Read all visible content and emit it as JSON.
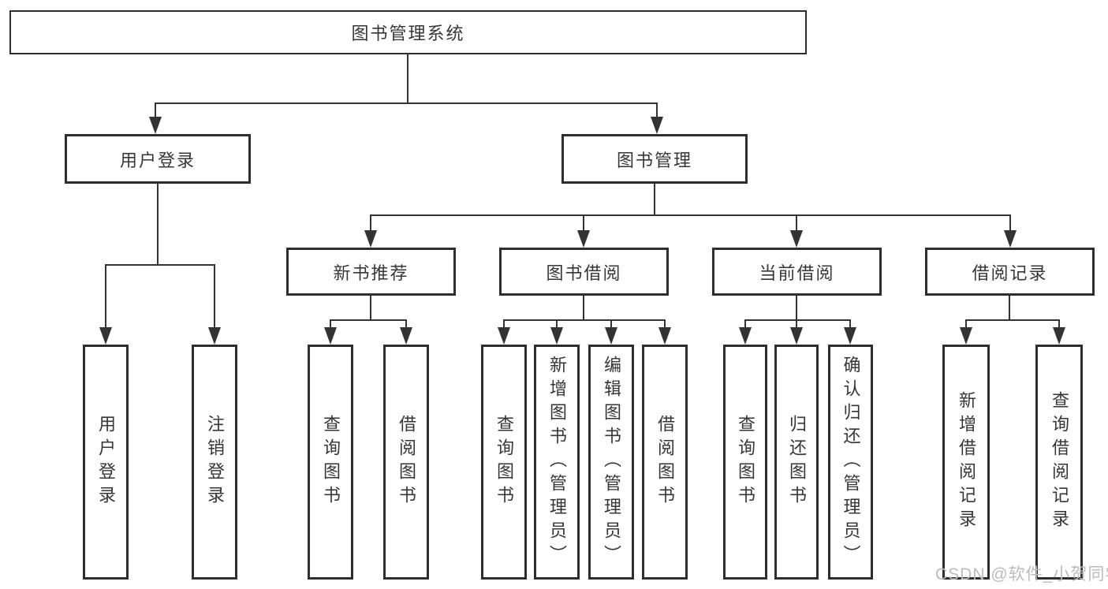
{
  "diagram": {
    "title": {
      "label": "图书管理系统"
    },
    "level2": {
      "user_login": {
        "label": "用户登录"
      },
      "book_management": {
        "label": "图书管理"
      }
    },
    "level3": {
      "new_book_recommend": {
        "label": "新书推荐"
      },
      "book_borrow": {
        "label": "图书借阅"
      },
      "current_borrow": {
        "label": "当前借阅"
      },
      "borrow_records": {
        "label": "借阅记录"
      }
    },
    "leaves": {
      "user_login": {
        "login": "用户登录",
        "logout": "注销登录"
      },
      "new_book_recommend": {
        "query": "查询图书",
        "borrow": "借阅图书"
      },
      "book_borrow": {
        "query": "查询图书",
        "add": "新增图书（管理员）",
        "edit": "编辑图书（管理员）",
        "borrow": "借阅图书"
      },
      "current_borrow": {
        "query": "查询图书",
        "return": "归还图书",
        "confirm": "确认归还（管理员）"
      },
      "borrow_records": {
        "add": "新增借阅记录",
        "query": "查询借阅记录"
      }
    },
    "watermark": "CSDN @软件_小贺同学",
    "colors": {
      "line": "#333333",
      "border": "#2e2e2e",
      "text": "#363636",
      "watermark": "#bcbcbc",
      "background": "#ffffff"
    }
  }
}
